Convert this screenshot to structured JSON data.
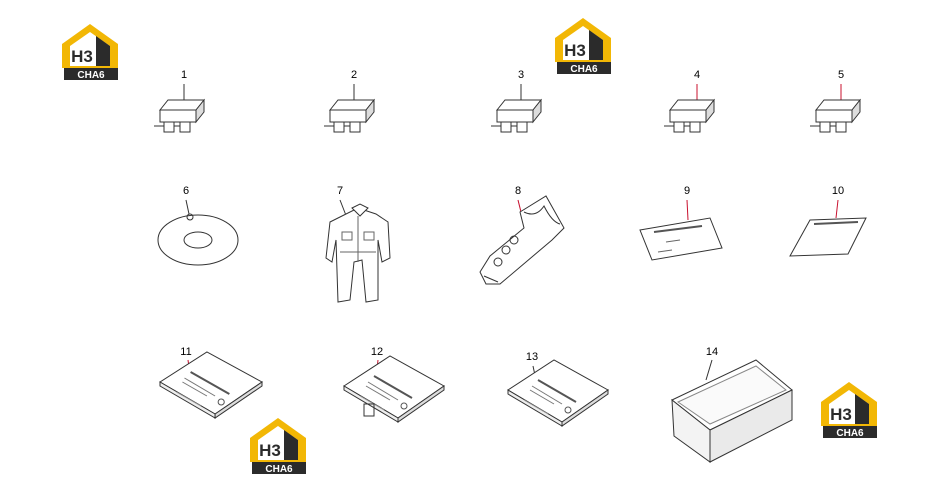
{
  "brand": {
    "mark": "H3",
    "name": "CHA6",
    "colors": {
      "yellow": "#f2b705",
      "dark": "#2b2b2b",
      "light": "#ffffff"
    }
  },
  "leader_color": "#c8102e",
  "parts": [
    {
      "label": "1"
    },
    {
      "label": "2"
    },
    {
      "label": "3"
    },
    {
      "label": "4"
    },
    {
      "label": "5"
    },
    {
      "label": "6"
    },
    {
      "label": "7"
    },
    {
      "label": "8"
    },
    {
      "label": "9"
    },
    {
      "label": "10"
    },
    {
      "label": "11"
    },
    {
      "label": "12"
    },
    {
      "label": "13"
    },
    {
      "label": "14"
    }
  ]
}
